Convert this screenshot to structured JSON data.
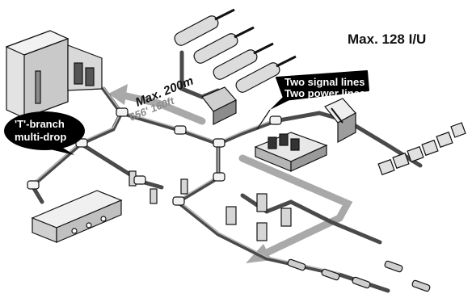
{
  "labels": {
    "max_units": "Max. 128 I/U",
    "signal_lines_1": "Two signal lines",
    "signal_lines_2": "Two power lines",
    "t_branch_1": "'T'-branch",
    "t_branch_2": "multi-drop",
    "max_distance": "Max. 200m",
    "max_distance_shadow": "656' 160ft"
  },
  "colors": {
    "background": "#ffffff",
    "ink": "#111111",
    "cable": "#4a4a4a",
    "cable_highlight": "#bdbdbd",
    "arrow": "#a9a9a9",
    "callout_fill": "#000000",
    "callout_text": "#ffffff",
    "equipment_fill": "#d9d9d9",
    "equipment_dark": "#8c8c8c"
  }
}
